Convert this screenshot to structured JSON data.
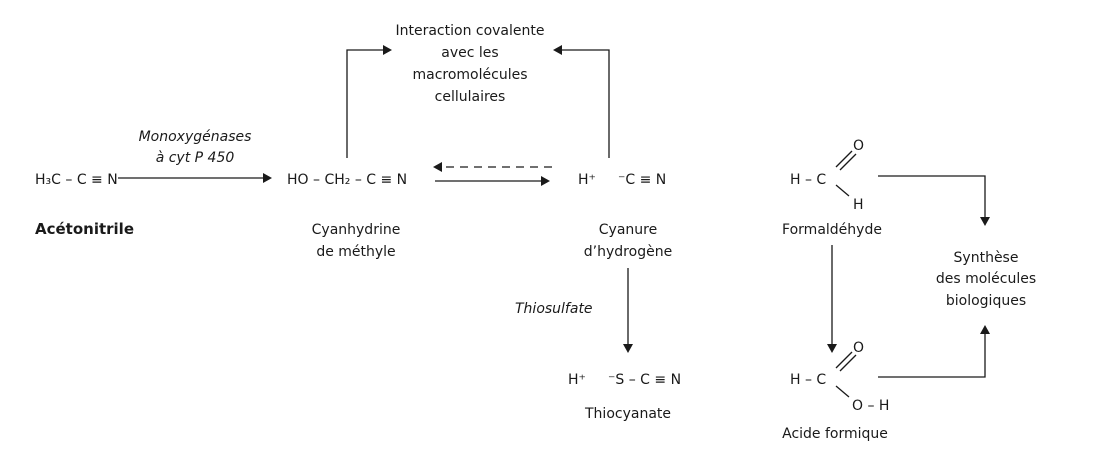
{
  "interaction": [
    "Interaction covalente",
    "avec les",
    "macromolécules",
    "cellulaires"
  ],
  "enzyme": [
    "Monoxygénases",
    "à cyt P 450"
  ],
  "acetonitrile": {
    "formula": "H₃C – C ≡ N",
    "name": "Acétonitrile"
  },
  "cyanhydrine": {
    "formula": "HO – CH₂ – C ≡ N",
    "name": [
      "Cyanhydrine",
      "de méthyle"
    ]
  },
  "cyanure": {
    "proton": "H⁺",
    "formula": "⁻C ≡ N",
    "name": [
      "Cyanure",
      "d’hydrogène"
    ]
  },
  "thiosulfate": "Thiosulfate",
  "thiocyanate": {
    "proton": "H⁺",
    "formula": "⁻S – C ≡ N",
    "name": "Thiocyanate"
  },
  "formaldehyde": {
    "hc": "H – C",
    "o": "O",
    "h": "H",
    "name": "Formaldéhyde"
  },
  "formic": {
    "hc": "H – C",
    "o": "O",
    "oh": "O – H",
    "name": "Acide formique"
  },
  "synthese": [
    "Synthèse",
    "des molécules",
    "biologiques"
  ]
}
